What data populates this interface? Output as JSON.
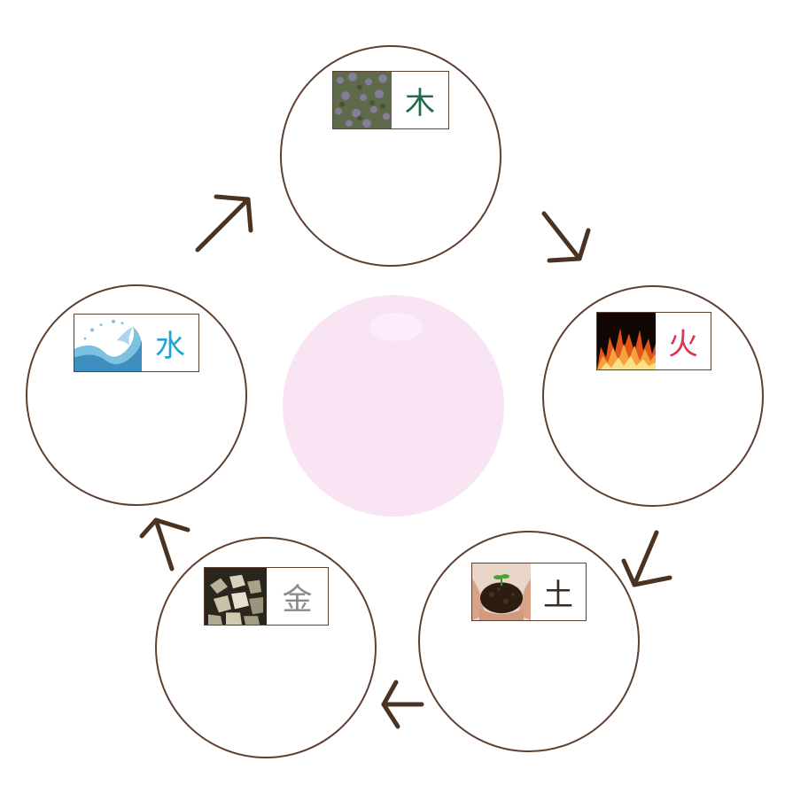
{
  "elements": [
    {
      "id": "wood",
      "label": "木",
      "color": "#1f6b4a",
      "icon": "heather-field-photo"
    },
    {
      "id": "fire",
      "label": "火",
      "color": "#e0344a",
      "icon": "flames-photo"
    },
    {
      "id": "earth",
      "label": "土",
      "color": "#3a2a20",
      "icon": "soil-in-hands-photo"
    },
    {
      "id": "metal",
      "label": "金",
      "color": "#8a8a8a",
      "icon": "metal-ore-photo"
    },
    {
      "id": "water",
      "label": "水",
      "color": "#1aa6d8",
      "icon": "water-splash-photo"
    }
  ],
  "cycle_order": [
    "wood",
    "fire",
    "earth",
    "metal",
    "water"
  ],
  "colors": {
    "circle_stroke": "#5e4030",
    "arrow": "#4a3322",
    "center_fill": "#f8e4f3"
  }
}
